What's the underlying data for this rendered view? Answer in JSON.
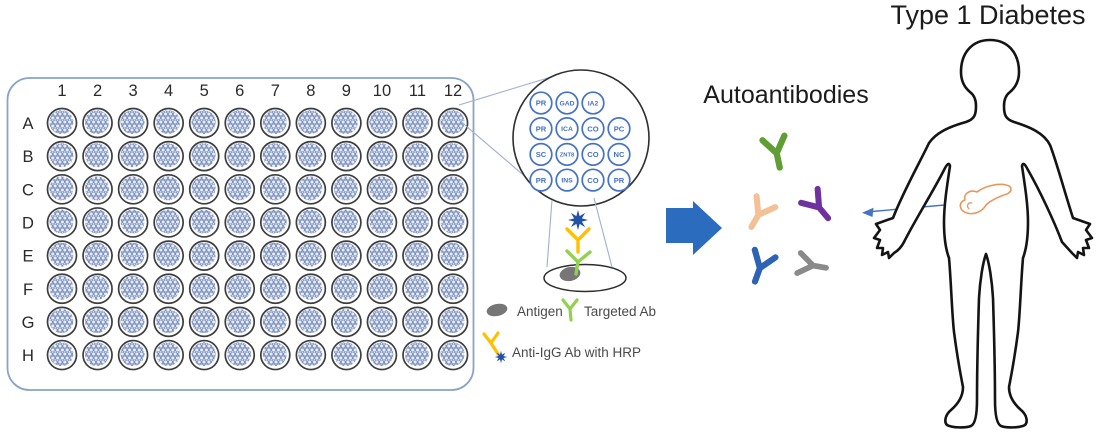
{
  "title": "Type 1 Diabetes",
  "autoantibodies": {
    "label": "Autoantibodies",
    "items": [
      {
        "name": "green-autoantibody",
        "color": "#5f9e33"
      },
      {
        "name": "orange-autoantibody",
        "color": "#f4c096"
      },
      {
        "name": "purple-autoantibody",
        "color": "#7030a0"
      },
      {
        "name": "blue-autoantibody",
        "color": "#2e62b5"
      },
      {
        "name": "gray-autoantibody",
        "color": "#8a8a8a"
      }
    ]
  },
  "plate": {
    "column_labels": [
      "1",
      "2",
      "3",
      "4",
      "5",
      "6",
      "7",
      "8",
      "9",
      "10",
      "11",
      "12"
    ],
    "row_labels": [
      "A",
      "B",
      "C",
      "D",
      "E",
      "F",
      "G",
      "H"
    ]
  },
  "antigen_array": {
    "rows": [
      [
        "PR",
        "GAD",
        "IA2"
      ],
      [
        "PR",
        "ICA",
        "CO",
        "PC"
      ],
      [
        "SC",
        "ZNT8",
        "CO",
        "NC"
      ],
      [
        "PR",
        "INS",
        "CO",
        "PR"
      ]
    ]
  },
  "legend": {
    "antigen_label": "Antigen",
    "targeted_ab_label": "Targeted Ab",
    "anti_igg_label": "Anti-IgG Ab with HRP"
  },
  "icons": {
    "hrp_star": "8-point-star",
    "big_arrow": "block-arrow-right",
    "pointer_arrow": "thin-arrow-left"
  },
  "colors": {
    "plate_border": "#8aa3c8",
    "well_ring": "#3d3d3d",
    "bead_blue": "#7288b8",
    "spot_blue": "#4472c4",
    "arrow_blue": "#2b6cbf",
    "callout_blue": "#4472c4",
    "callout_line": "#9fb0cf",
    "star_blue": "#2351a5",
    "targeted_ab_green": "#92d050",
    "anti_igg_yellow": "#ffc000",
    "antigen_gray": "#767676",
    "pancreas_orange": "#e8975b",
    "body_outline": "#141414"
  }
}
